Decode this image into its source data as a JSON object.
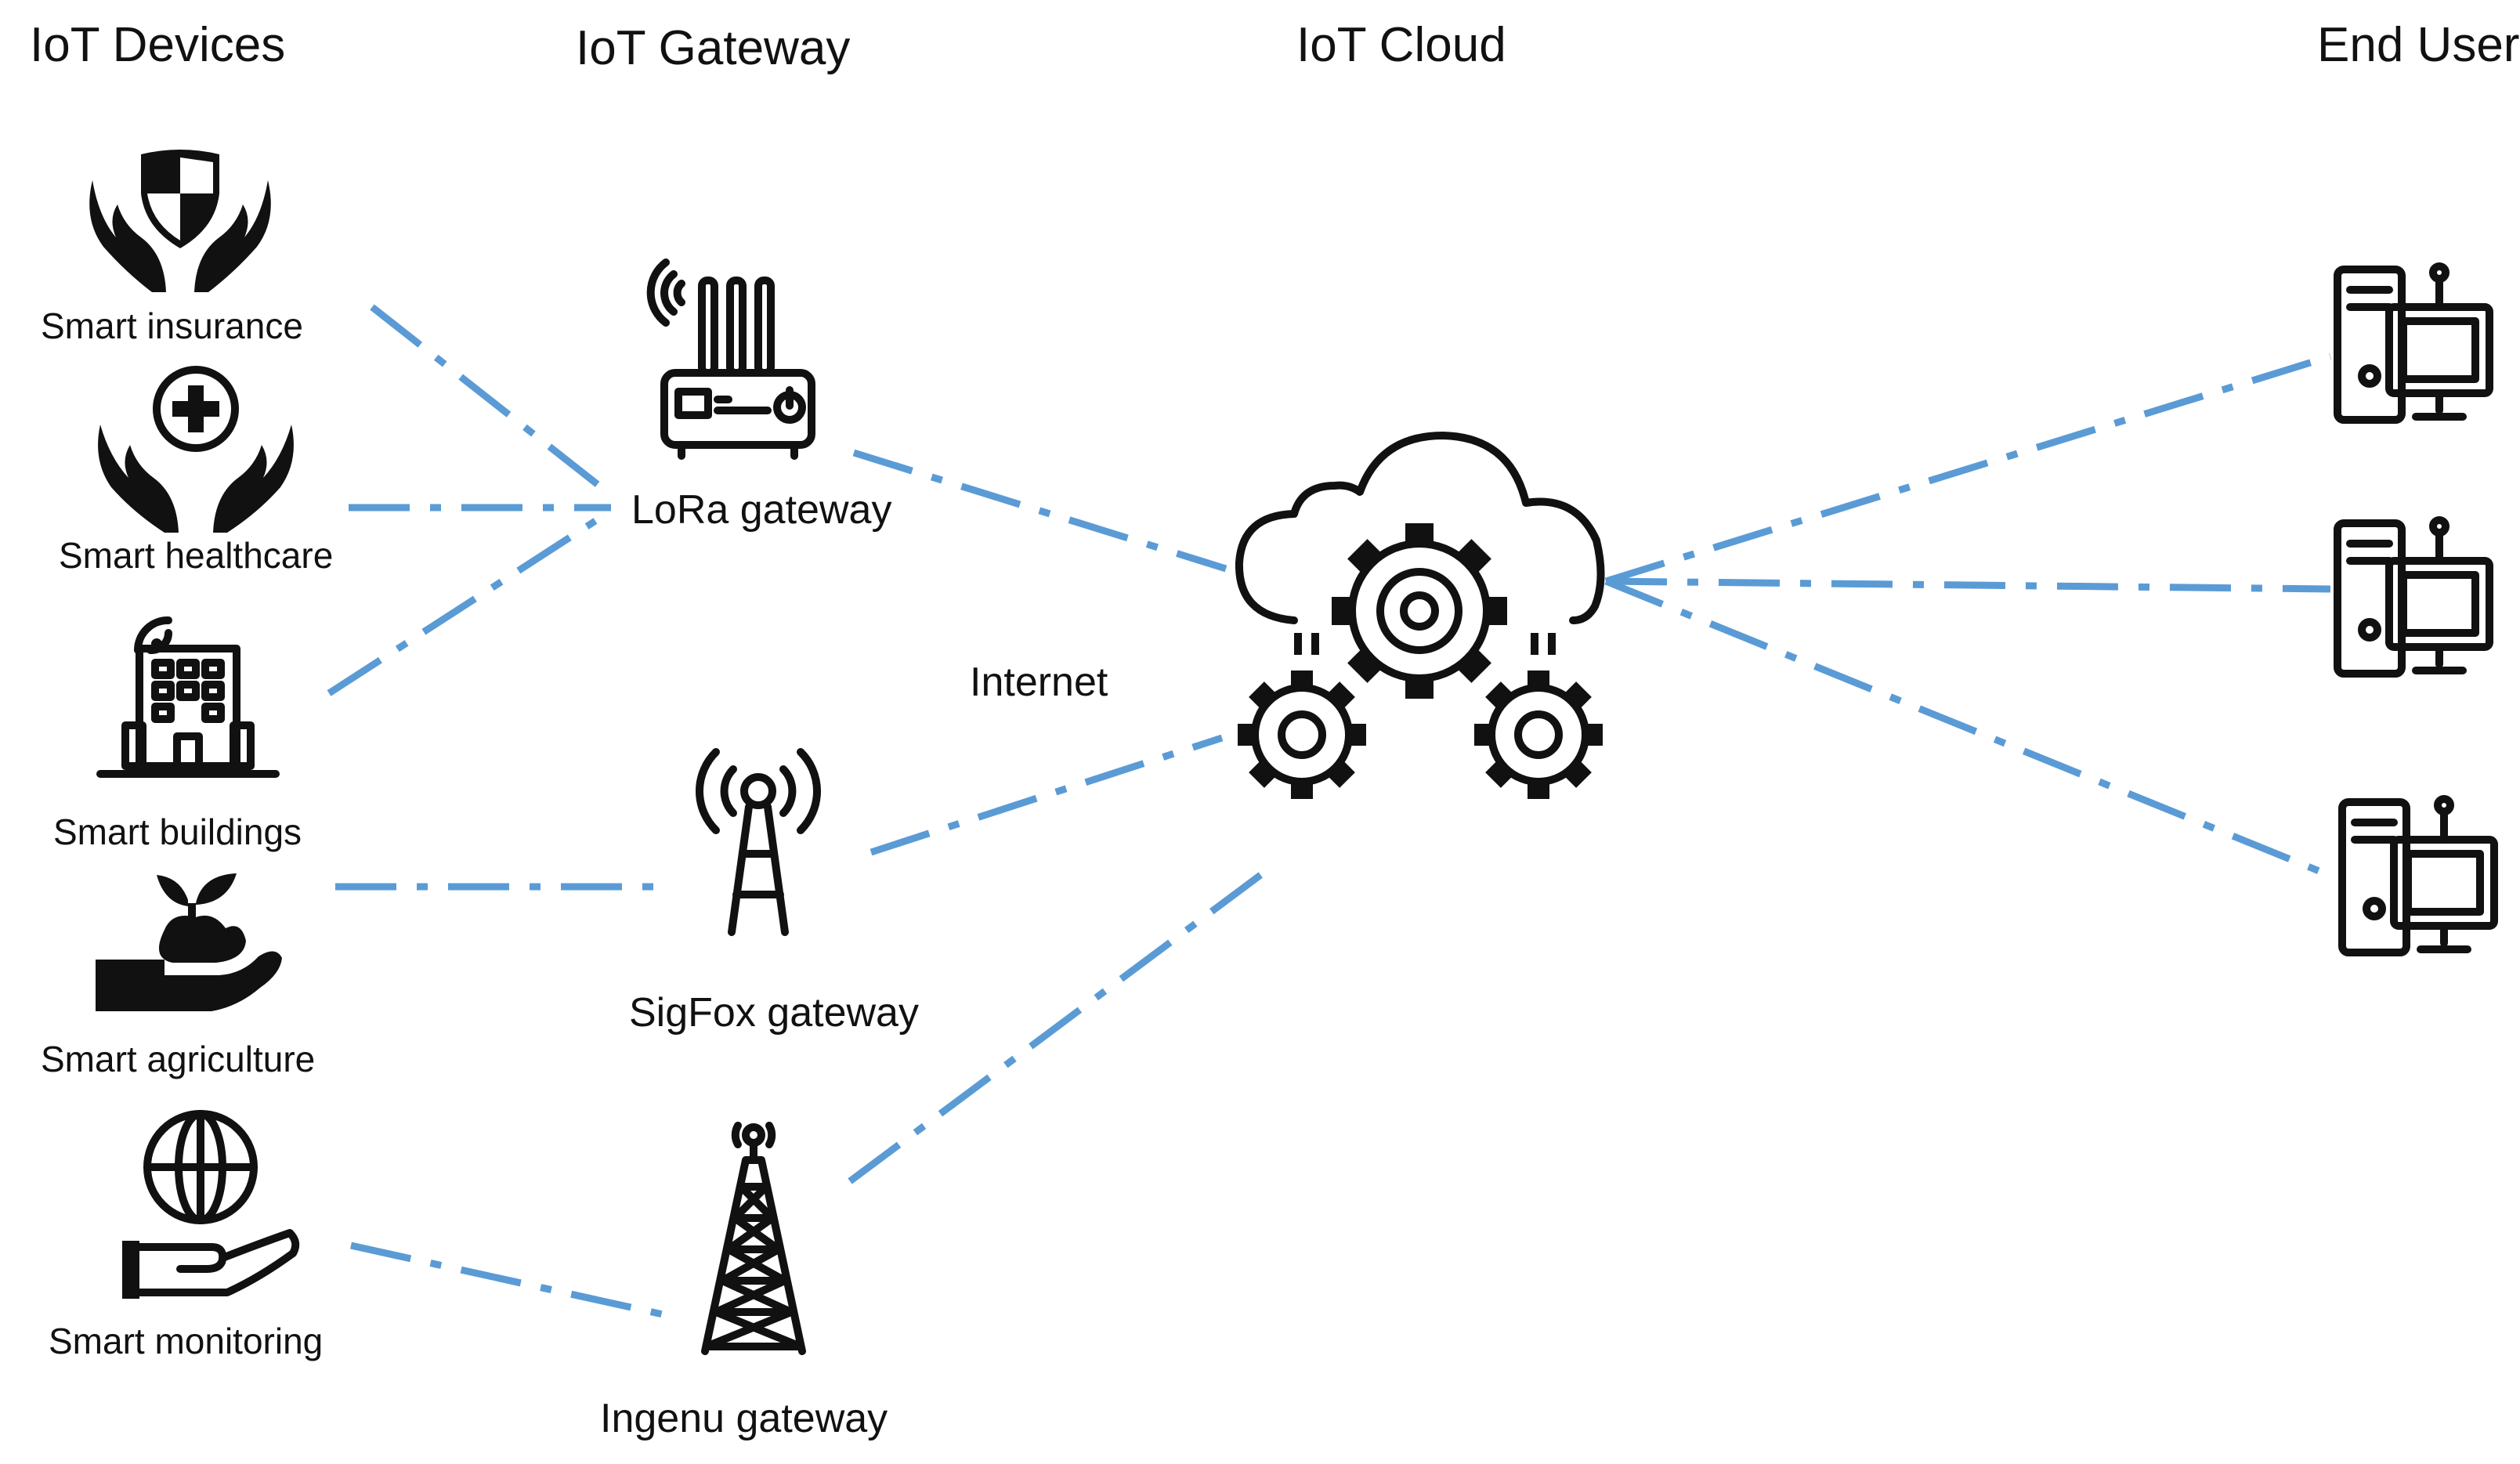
{
  "columns": {
    "devices": "IoT Devices",
    "gateway": "IoT Gateway",
    "cloud": "IoT Cloud",
    "user": "End User"
  },
  "devices": [
    {
      "label": "Smart insurance",
      "icon": "hands-shield-icon"
    },
    {
      "label": "Smart healthcare",
      "icon": "hands-medical-cross-icon"
    },
    {
      "label": "Smart buildings",
      "icon": "building-wifi-icon"
    },
    {
      "label": "Smart agriculture",
      "icon": "hand-sprout-icon"
    },
    {
      "label": "Smart monitoring",
      "icon": "hand-globe-icon"
    }
  ],
  "gateways": [
    {
      "label": "LoRa gateway",
      "icon": "router-antenna-icon"
    },
    {
      "label": "SigFox gateway",
      "icon": "radio-tower-icon"
    },
    {
      "label": "Ingenu gateway",
      "icon": "lattice-tower-icon"
    }
  ],
  "network": {
    "label": "Internet"
  },
  "cloud": {
    "icon": "cloud-gears-icon"
  },
  "end_users": [
    {
      "icon": "desktop-computer-icon"
    },
    {
      "icon": "desktop-computer-icon"
    },
    {
      "icon": "desktop-computer-icon"
    }
  ],
  "colors": {
    "link": "#5b9bd5",
    "icon": "#111111"
  }
}
